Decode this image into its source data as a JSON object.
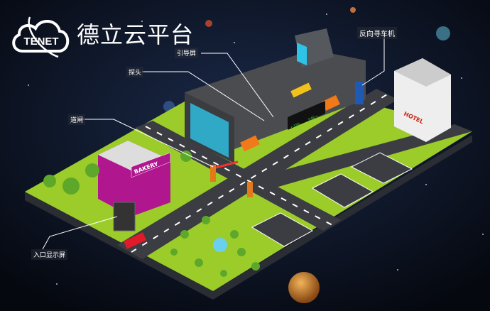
{
  "brand": {
    "logo_text": "TENET",
    "title": "德立云平台"
  },
  "labels": {
    "guide_screen": "引导屏",
    "probe": "探头",
    "reverse_finder": "反向寻车机",
    "barrier_gate": "道闸",
    "entrance_display": "入口显示屏"
  },
  "buildings": {
    "bakery": "BAKERY",
    "hotel": "HOTEL"
  },
  "guide_sign": {
    "left_count": "←186",
    "right_count": "046→"
  },
  "colors": {
    "background": "#0b1220",
    "grass": "#9ccc2a",
    "road": "#3b3d42",
    "garage": "#4a4c50",
    "bakery": "#b0178f",
    "accent_blue": "#2ec4e8"
  }
}
